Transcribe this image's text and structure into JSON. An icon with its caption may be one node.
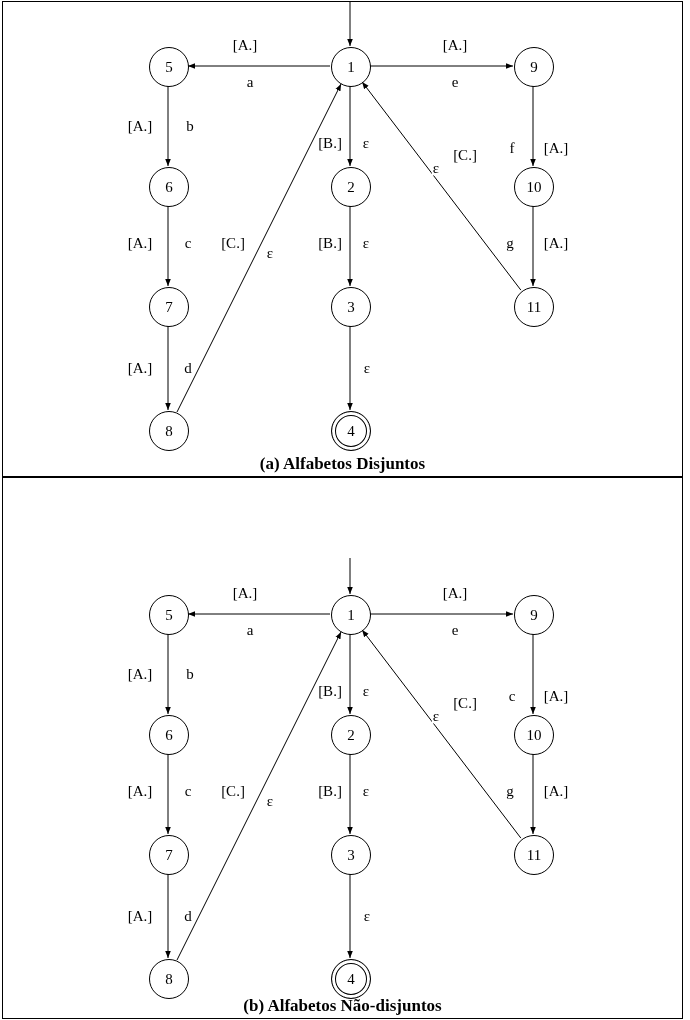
{
  "diagram": {
    "nodes": [
      {
        "text": [
          "(a) Alfabetos Disjuntos"
        ]
      },
      {
        "text": [
          "1"
        ],
        "in": 0
      },
      {
        "text": [
          "2"
        ],
        "in": 0
      },
      {
        "text": [
          "3"
        ],
        "in": 0
      },
      {
        "text": [
          "4"
        ],
        "in": 0
      },
      {
        "text": [
          "5"
        ],
        "in": 0
      },
      {
        "text": [
          "6"
        ],
        "in": 0
      },
      {
        "text": [
          "7"
        ],
        "in": 0
      },
      {
        "text": [
          "8"
        ],
        "in": 0
      },
      {
        "text": [
          "9"
        ],
        "in": 0
      },
      {
        "text": [
          "10"
        ],
        "in": 0
      },
      {
        "text": [
          "11"
        ],
        "in": 0
      },
      {
        "text": [
          "(b) Alfabetos Não-disjuntos"
        ]
      },
      {
        "text": [
          "1"
        ],
        "in": 12
      },
      {
        "text": [
          "2"
        ],
        "in": 12
      },
      {
        "text": [
          "3"
        ],
        "in": 12
      },
      {
        "text": [
          "4"
        ],
        "in": 12
      },
      {
        "text": [
          "5"
        ],
        "in": 12
      },
      {
        "text": [
          "6"
        ],
        "in": 12
      },
      {
        "text": [
          "7"
        ],
        "in": 12
      },
      {
        "text": [
          "8"
        ],
        "in": 12
      },
      {
        "text": [
          "9"
        ],
        "in": 12
      },
      {
        "text": [
          "10"
        ],
        "in": 12
      },
      {
        "text": [
          "11"
        ],
        "in": 12
      }
    ],
    "edges": [
      {
        "from": null,
        "to": 1,
        "arrow": "to"
      },
      {
        "from": 1,
        "to": 5,
        "arrow": "to",
        "label": "[A.] a"
      },
      {
        "from": 1,
        "to": 9,
        "arrow": "to",
        "label": "[A.] e"
      },
      {
        "from": 5,
        "to": 6,
        "arrow": "to",
        "label": "[A.] b"
      },
      {
        "from": 6,
        "to": 7,
        "arrow": "to",
        "label": "[A.] c"
      },
      {
        "from": 7,
        "to": 8,
        "arrow": "to",
        "label": "[A.] d"
      },
      {
        "from": 8,
        "to": 1,
        "arrow": "to",
        "label": "[C.] ε"
      },
      {
        "from": 1,
        "to": 2,
        "arrow": "to",
        "label": "[B.] ε"
      },
      {
        "from": 2,
        "to": 3,
        "arrow": "to",
        "label": "[B.] ε"
      },
      {
        "from": 3,
        "to": 4,
        "arrow": "to",
        "label": "ε"
      },
      {
        "from": 9,
        "to": 10,
        "arrow": "to",
        "label": "f [A.]"
      },
      {
        "from": 10,
        "to": 11,
        "arrow": "to",
        "label": "g [A.]"
      },
      {
        "from": 11,
        "to": 1,
        "arrow": "to",
        "label": "[C.] ε"
      },
      {
        "from": null,
        "to": 13,
        "arrow": "to"
      },
      {
        "from": 13,
        "to": 17,
        "arrow": "to",
        "label": "[A.] a"
      },
      {
        "from": 13,
        "to": 21,
        "arrow": "to",
        "label": "[A.] e"
      },
      {
        "from": 17,
        "to": 18,
        "arrow": "to",
        "label": "[A.] b"
      },
      {
        "from": 18,
        "to": 19,
        "arrow": "to",
        "label": "[A.] c"
      },
      {
        "from": 19,
        "to": 20,
        "arrow": "to",
        "label": "[A.] d"
      },
      {
        "from": 20,
        "to": 13,
        "arrow": "to",
        "label": "[C.] ε"
      },
      {
        "from": 13,
        "to": 14,
        "arrow": "to",
        "label": "[B.] ε"
      },
      {
        "from": 14,
        "to": 15,
        "arrow": "to",
        "label": "[B.] ε"
      },
      {
        "from": 15,
        "to": 16,
        "arrow": "to",
        "label": "ε"
      },
      {
        "from": 21,
        "to": 22,
        "arrow": "to",
        "label": "c [A.]"
      },
      {
        "from": 22,
        "to": 23,
        "arrow": "to",
        "label": "g [A.]"
      },
      {
        "from": 23,
        "to": 13,
        "arrow": "to",
        "label": "[C.] ε"
      }
    ]
  }
}
